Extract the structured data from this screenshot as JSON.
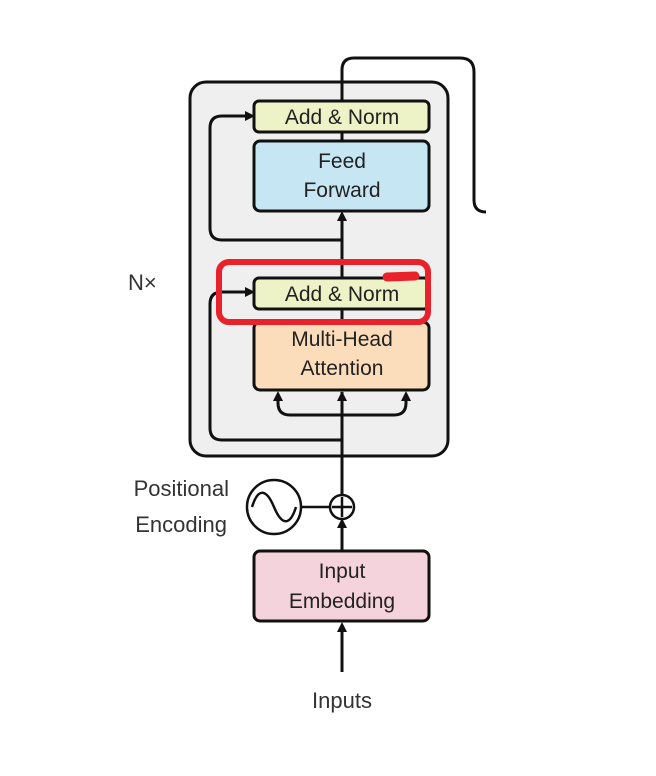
{
  "diagram": {
    "stack_multiplier": "N×",
    "blocks": {
      "add_norm_top": "Add & Norm",
      "feed_forward": [
        "Feed",
        "Forward"
      ],
      "add_norm_bottom": "Add & Norm",
      "multi_head_attention": [
        "Multi-Head",
        "Attention"
      ],
      "input_embedding": [
        "Input",
        "Embedding"
      ]
    },
    "positional_encoding": [
      "Positional",
      "Encoding"
    ],
    "inputs_label": "Inputs",
    "plus_symbol": "+",
    "highlight_color": "#e8212b",
    "colors": {
      "add_norm": "#eef3c7",
      "feed_forward": "#c6e6f4",
      "attention": "#fbdcbb",
      "embedding": "#f5d3dc",
      "encoder_panel": "#efefef"
    }
  }
}
